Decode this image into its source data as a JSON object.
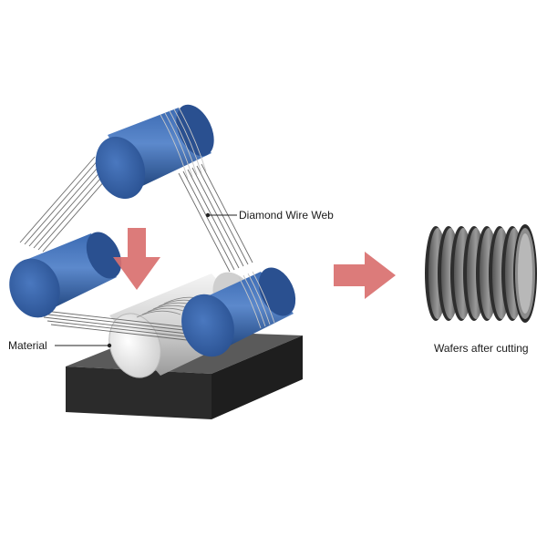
{
  "labels": {
    "wire_web": "Diamond Wire Web",
    "material": "Material",
    "wafers": "Wafers after cutting"
  },
  "colors": {
    "roller_blue": "#2f5aa0",
    "arrow_red": "#d9706f",
    "base_dark": "#2b2b2b",
    "ingot_silver": "#d9d9d9",
    "wafer_dark": "#3a3a3a"
  },
  "icons": {
    "down_arrow": "feed-direction-arrow",
    "right_arrow": "process-arrow"
  }
}
